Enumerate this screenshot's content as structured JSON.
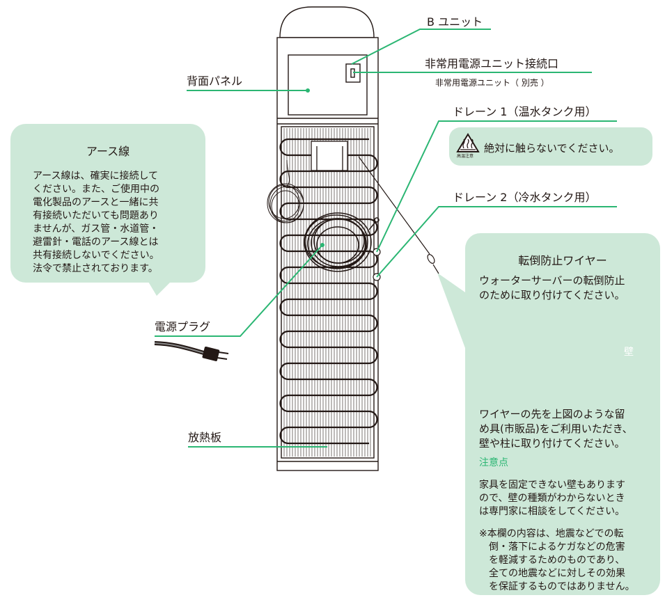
{
  "labels": {
    "b_unit": "B ユニット",
    "emergency_port": "非常用電源ユニット接続口",
    "emergency_unit": "非常用電源ユニット（ 別売 ）",
    "back_panel": "背面パネル",
    "drain1": "ドレーン 1（温水タンク用）",
    "drain2": "ドレーン 2（冷水タンク用）",
    "power_plug": "電源プラグ",
    "radiator": "放熱板"
  },
  "earth_card": {
    "title": "アース線",
    "body": "アース線は、確実に接続して\nください。また、ご使用中の\n電化製品のアースと一緒に共\n有接続いただいても問題あり\nませんが、ガス管・水道管・\n避雷針・電話のアース線とは\n共有接続しないでください。\n法令で禁止されております。"
  },
  "hot_warning": {
    "icon_caption": "高温注意",
    "text": "絶対に触らないでください。"
  },
  "wire_card": {
    "title": "転倒防止ワイヤー",
    "intro": "ウォーターサーバーの転倒防止\nのために取り付けてください。",
    "wall_label": "壁",
    "install_text": "ワイヤーの先を上図のような留\nめ具(市販品)をご利用いただき、\n壁や柱に取り付けてください。",
    "caution_title": "注意点",
    "caution_text": "家具を固定できない壁もあります\nので、壁の種類がわからないとき\nは専門家に相談をしてください。",
    "note": "※本欄の内容は、地震などでの転\n　倒・落下によるケガなどの危害\n　を軽減するためのものであり、\n　全ての地震などに対しその効果\n　を保証するものではありません。"
  },
  "colors": {
    "callout_line": "#2bb673",
    "card_bg": "#cde8d8",
    "caution_text": "#2bb673",
    "line_art": "#231815",
    "wall": "#666666"
  }
}
